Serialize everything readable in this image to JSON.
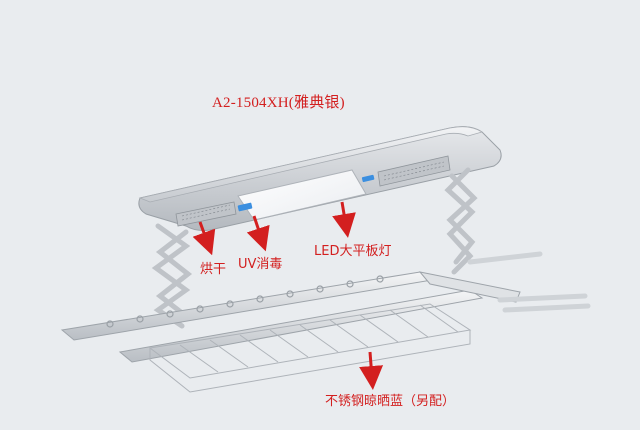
{
  "product": {
    "model_title": "A2-1504XH(雅典银)"
  },
  "callouts": {
    "drying": "烘干",
    "uv": "UV消毒",
    "led_panel": "LED大平板灯",
    "basket": "不锈钢晾晒蓝（另配）"
  },
  "colors": {
    "label_red": "#d31f1f",
    "background": "#e9ecef",
    "housing_silver": "#c9cdd2",
    "led_panel": "#f7f8fa",
    "uv_blue": "#3b8fe0"
  }
}
